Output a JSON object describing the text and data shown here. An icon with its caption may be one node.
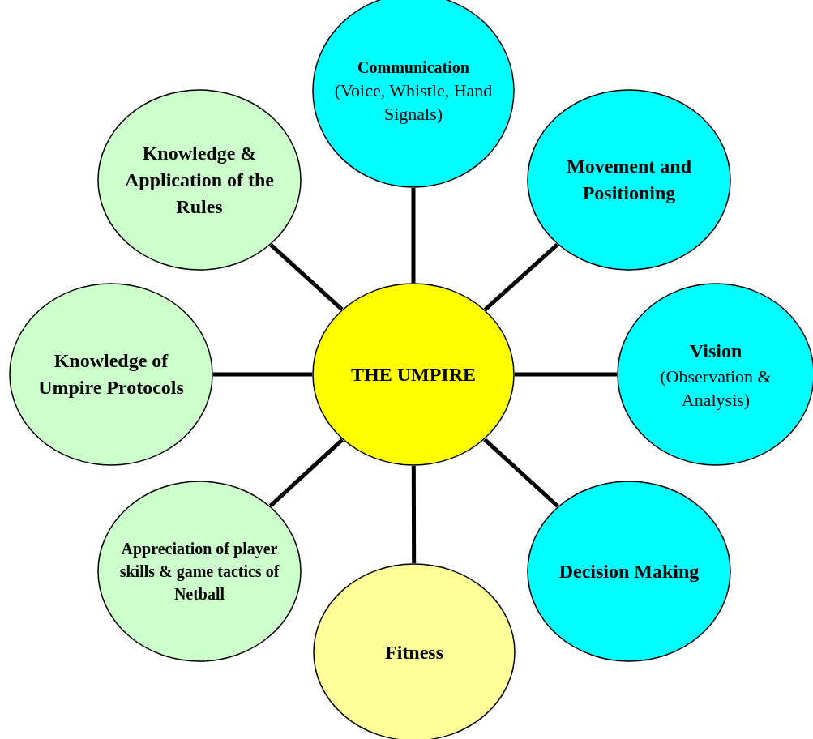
{
  "diagram": {
    "nodes": [
      {
        "text": [
          "Communication",
          "(Voice, Whistle, Hand Signals)"
        ]
      },
      {
        "text": [
          "Knowledge & Application of the Rules"
        ]
      },
      {
        "text": [
          "Movement and Positioning"
        ]
      },
      {
        "text": [
          "Knowledge of Umpire Protocols"
        ]
      },
      {
        "text": [
          "THE UMPIRE"
        ]
      },
      {
        "text": [
          "Vision",
          "(Observation & Analysis)"
        ]
      },
      {
        "text": [
          "Appreciation of player skills & game tactics of Netball"
        ]
      },
      {
        "text": [
          "Decision Making"
        ]
      },
      {
        "text": [
          "Fitness"
        ]
      }
    ],
    "edges": [
      {
        "from": 4,
        "to": 0,
        "arrow": "none"
      },
      {
        "from": 4,
        "to": 2,
        "arrow": "none"
      },
      {
        "from": 4,
        "to": 5,
        "arrow": "none"
      },
      {
        "from": 4,
        "to": 7,
        "arrow": "none"
      },
      {
        "from": 4,
        "to": 8,
        "arrow": "none"
      },
      {
        "from": 4,
        "to": 6,
        "arrow": "none"
      },
      {
        "from": 4,
        "to": 3,
        "arrow": "none"
      },
      {
        "from": 4,
        "to": 1,
        "arrow": "none"
      }
    ]
  }
}
